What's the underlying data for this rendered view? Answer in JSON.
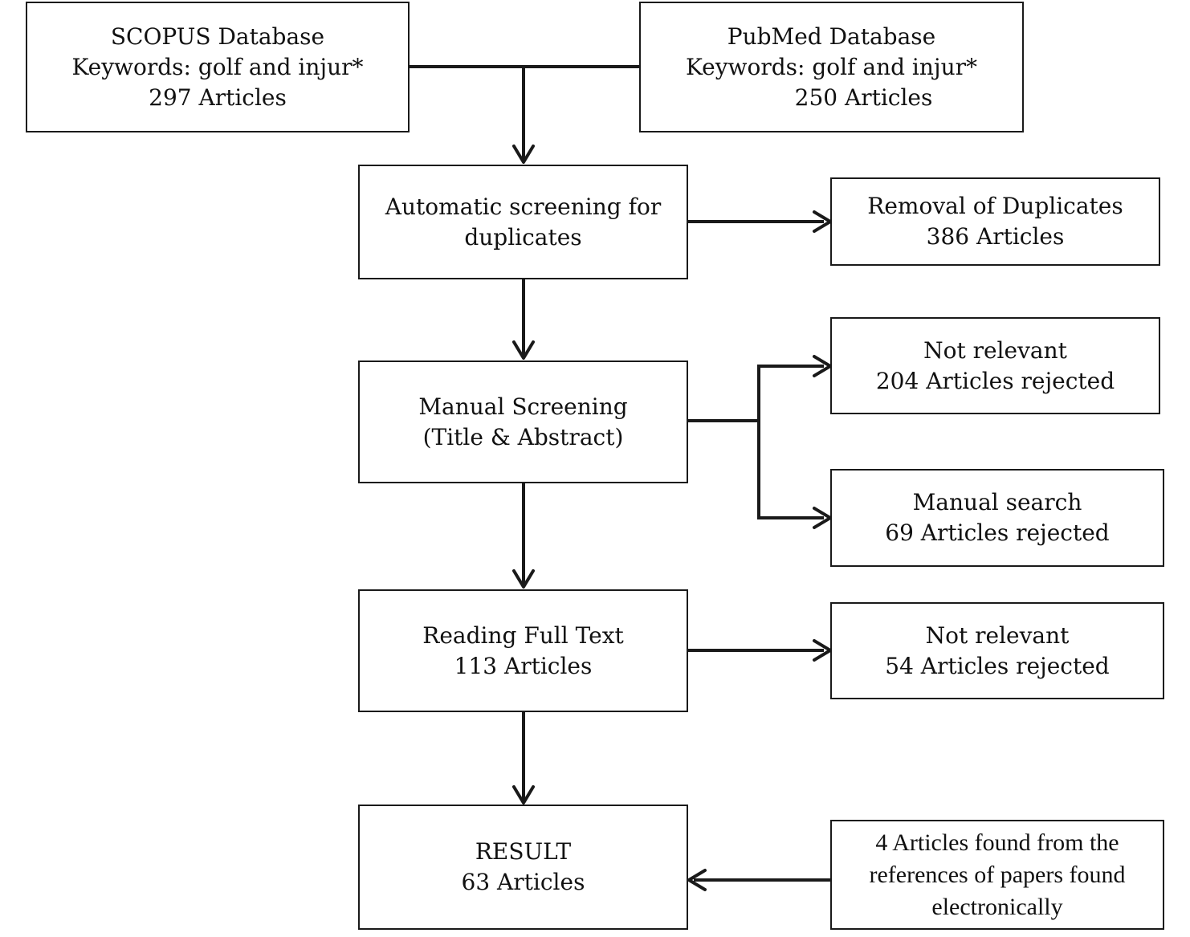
{
  "diagram": {
    "type": "flowchart",
    "nodes": {
      "scopus": {
        "lines": [
          "SCOPUS Database",
          "Keywords: golf and injur*",
          "297 Articles"
        ]
      },
      "pubmed": {
        "lines": [
          "PubMed Database",
          "Keywords: golf and injur*",
          "250 Articles"
        ]
      },
      "auto_screening": {
        "lines": [
          "Automatic screening for",
          "duplicates"
        ]
      },
      "duplicates_removed": {
        "lines": [
          "Removal of Duplicates",
          "386 Articles"
        ]
      },
      "manual_screening": {
        "lines": [
          "Manual Screening",
          "(Title & Abstract)"
        ]
      },
      "not_relevant_1": {
        "lines": [
          "Not relevant",
          "204 Articles rejected"
        ]
      },
      "manual_search": {
        "lines": [
          "Manual search",
          "69 Articles rejected"
        ]
      },
      "full_text": {
        "lines": [
          "Reading Full Text",
          "113 Articles"
        ]
      },
      "not_relevant_2": {
        "lines": [
          "Not relevant",
          "54 Articles rejected"
        ]
      },
      "result": {
        "lines": [
          "RESULT",
          "63 Articles"
        ]
      },
      "references": {
        "lines": [
          "4 Articles found from the",
          "references of papers found",
          "electronically"
        ]
      }
    },
    "edges": [
      {
        "from": "scopus",
        "to": "auto_screening"
      },
      {
        "from": "pubmed",
        "to": "auto_screening"
      },
      {
        "from": "auto_screening",
        "to": "duplicates_removed"
      },
      {
        "from": "auto_screening",
        "to": "manual_screening"
      },
      {
        "from": "manual_screening",
        "to": "not_relevant_1"
      },
      {
        "from": "manual_screening",
        "to": "manual_search"
      },
      {
        "from": "manual_screening",
        "to": "full_text"
      },
      {
        "from": "full_text",
        "to": "not_relevant_2"
      },
      {
        "from": "full_text",
        "to": "result"
      },
      {
        "from": "references",
        "to": "result"
      }
    ],
    "colors": {
      "stroke": "#1a1a1a",
      "text": "#111111",
      "background": "#ffffff"
    }
  }
}
